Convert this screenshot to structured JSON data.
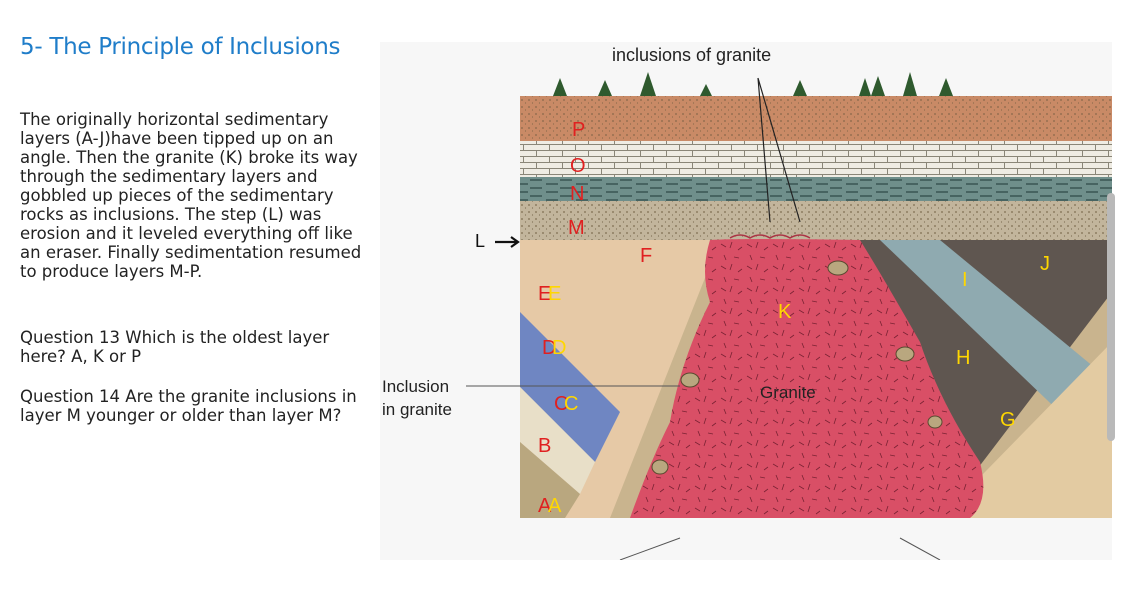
{
  "slide": {
    "title": "5- The Principle of Inclusions",
    "paragraph": "The originally horizontal sedimentary layers (A-J)have been tipped up on an angle.  Then the granite (K) broke its way through the sedimentary layers and gobbled up pieces of the sedimentary rocks as inclusions.  The step (L) was erosion and it leveled everything off like an eraser.  Finally sedimentation resumed to produce layers M-P.",
    "question13": "Question 13 Which is the oldest layer here?  A, K or P",
    "question14": "Question 14  Are the granite inclusions in layer M younger or older than layer M?"
  },
  "figure": {
    "top_label": "inclusions of granite",
    "inclusion_label_line1": "Inclusion",
    "inclusion_label_line2": "in granite",
    "granite_label": "Granite",
    "step_label": "L",
    "layer_letters_red": [
      "P",
      "O",
      "N",
      "M",
      "F",
      "E",
      "D",
      "C",
      "B",
      "A"
    ],
    "layer_letters_yellow": [
      "E",
      "D",
      "C",
      "A",
      "K",
      "I",
      "H",
      "G",
      "J"
    ],
    "colors": {
      "letter_red": "#e02020",
      "letter_yellow": "#ffd700",
      "granite": "#d94f66",
      "layer_p": "#c98a66",
      "layer_o": "#ece9e0",
      "layer_n": "#6f8f8b",
      "layer_m": "#c2b59c"
    }
  }
}
